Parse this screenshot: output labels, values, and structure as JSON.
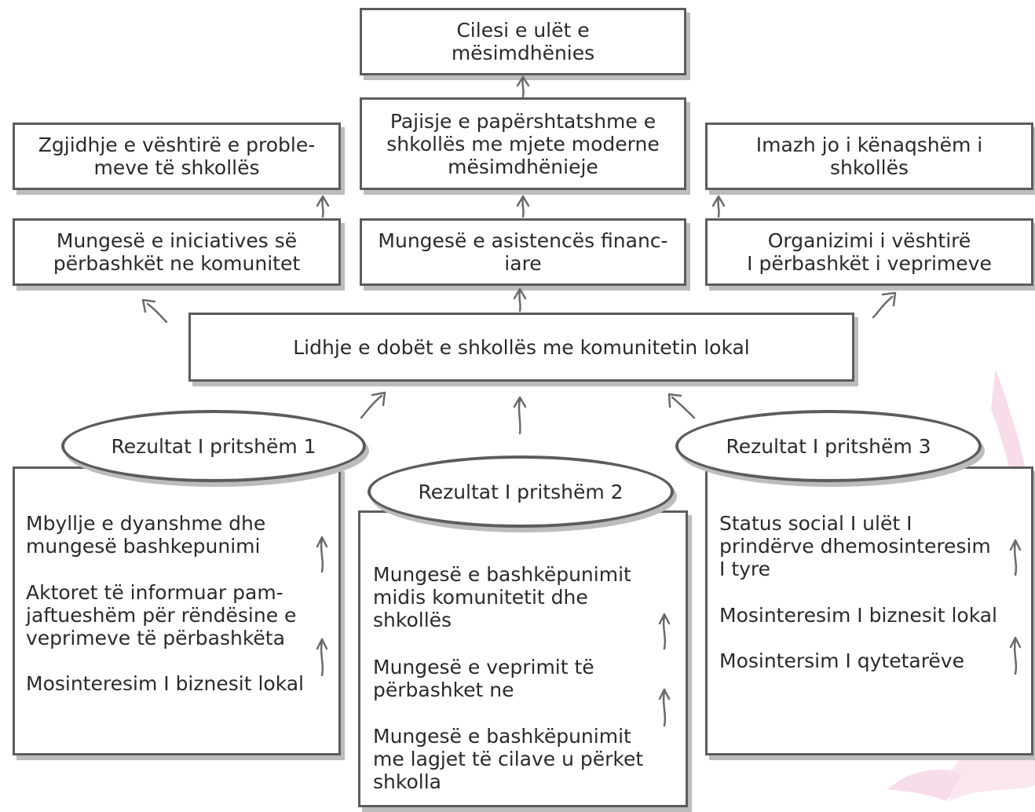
{
  "top": {
    "label": "Cilesi e ulët e\nmësimdhënies"
  },
  "row2": {
    "left": "Zgjidhje e vështirë e proble-\nmeve të shkollës",
    "center": "Pajisje e papërshtatshme e\nshkollës me mjete moderne\nmësimdhënieje",
    "right": "Imazh jo i kënaqshëm i\nshkollës"
  },
  "row3": {
    "left": "Mungesë e iniciatives së\npërbashkët ne komunitet",
    "center": "Mungesë e asistencës financ-\niare",
    "right": "Organizimi i vështirë\nI përbashkët i veprimeve"
  },
  "central": {
    "label": "Lidhje e dobët e shkollës me komunitetin lokal"
  },
  "results": [
    {
      "title": "Rezultat I pritshëm 1",
      "items": [
        "Mbyllje e dyanshme dhe\nmungesë bashkepunimi",
        "Aktoret të informuar pam-\njaftueshëm për rëndësine e\nveprimeve të përbashkëta",
        "Mosinteresim I biznesit lokal"
      ]
    },
    {
      "title": "Rezultat I pritshëm 2",
      "items": [
        "Mungesë e bashkëpunimit\nmidis komunitetit dhe\nshkollës",
        "Mungesë e veprimit të\npërbashket ne",
        "Mungesë e bashkëpunimit\nme lagjet të cilave u përket\nshkolla"
      ]
    },
    {
      "title": "Rezultat I pritshëm 3",
      "items": [
        "Status social I ulët I\nprindërve dhemosinteresim\nI tyre",
        "Mosinteresim I biznesit lokal",
        "Mosintersim I qytetarëve"
      ]
    }
  ]
}
